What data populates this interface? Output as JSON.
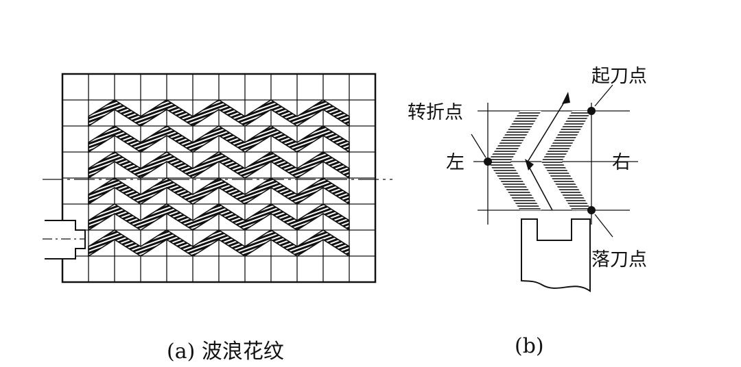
{
  "figure_a": {
    "caption": "(a) 波浪花纹"
  },
  "figure_b": {
    "caption": "(b)",
    "labels": {
      "lift_point": "起刀点",
      "turn_point": "转折点",
      "left": "左",
      "right": "右",
      "drop_point": "落刀点"
    }
  }
}
